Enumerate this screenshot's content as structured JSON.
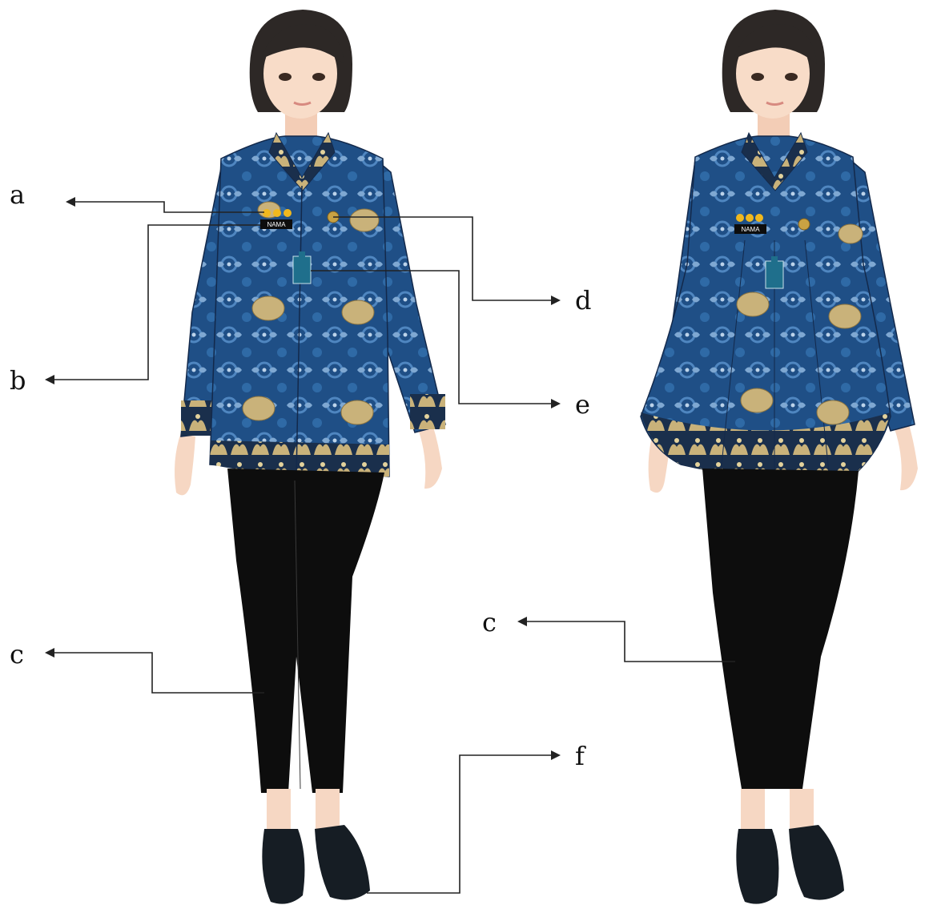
{
  "callouts": {
    "a": "a",
    "b": "b",
    "c_left": "c",
    "c_right": "c",
    "d": "d",
    "e": "e",
    "f": "f"
  },
  "name_tag": {
    "left": "NAMA",
    "right": "NAMA"
  },
  "colors": {
    "batik_blue": "#1f4f86",
    "batik_dark": "#17355f",
    "motif_gold": "#c9b27a",
    "trousers": "#0d0d0d",
    "badge_teal": "#1f6f8c",
    "rank_star": "#f0b81e",
    "skin": "#f6d7c3",
    "hair": "#2d2826"
  }
}
